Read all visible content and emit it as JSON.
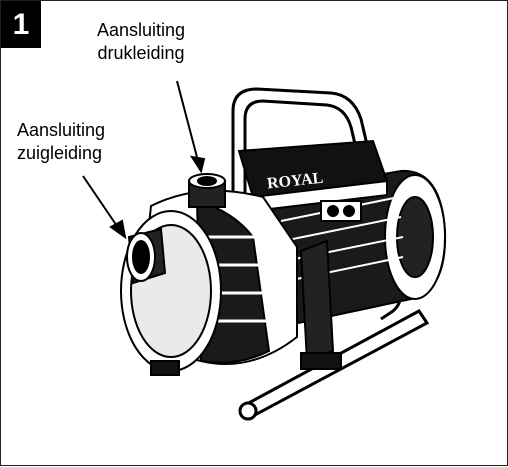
{
  "step": {
    "number": "1"
  },
  "callouts": {
    "discharge": {
      "line1": "Aansluiting",
      "line2": "drukleiding"
    },
    "suction": {
      "line1": "Aansluiting",
      "line2": "zuigleiding"
    }
  },
  "pump": {
    "brand": "ROYAL"
  },
  "colors": {
    "ink": "#000000",
    "paper": "#ffffff",
    "badge_bg": "#000000",
    "badge_fg": "#ffffff"
  }
}
